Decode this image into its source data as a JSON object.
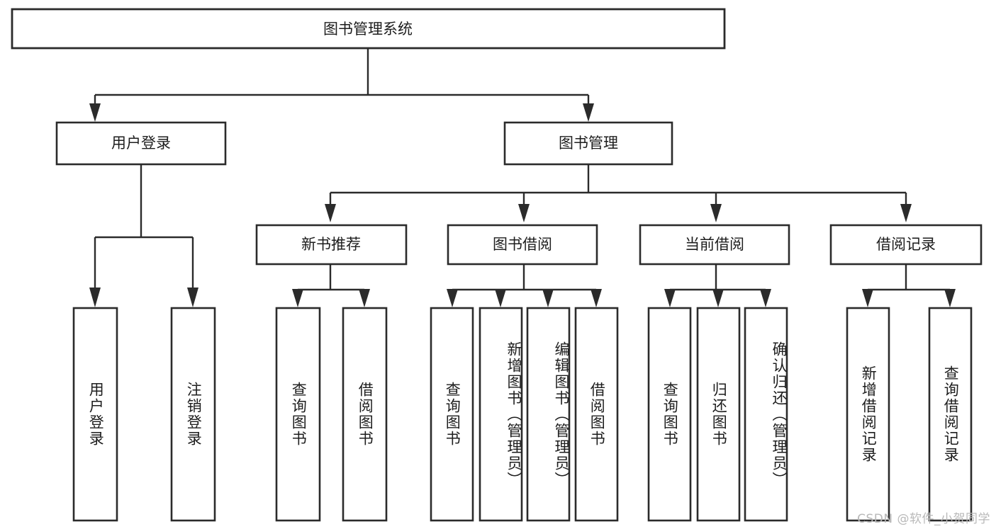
{
  "diagram": {
    "type": "tree-hierarchy",
    "title": "图书管理系统",
    "watermark": "CSDN @软件_小贺同学",
    "nodes": {
      "root": {
        "label": "图书管理系统",
        "level": 1
      },
      "l2_user_login": {
        "label": "用户登录",
        "level": 2
      },
      "l2_book_manage": {
        "label": "图书管理",
        "level": 2
      },
      "l3_new_book_rec": {
        "label": "新书推荐",
        "level": 3
      },
      "l3_book_borrow": {
        "label": "图书借阅",
        "level": 3
      },
      "l3_current_borrow": {
        "label": "当前借阅",
        "level": 3
      },
      "l3_borrow_record": {
        "label": "借阅记录",
        "level": 3
      },
      "leaf_user_login": {
        "label": "用户登录",
        "level": 3,
        "parent": "l2_user_login"
      },
      "leaf_logout": {
        "label": "注销登录",
        "level": 3,
        "parent": "l2_user_login"
      },
      "leaf_query_book_a": {
        "label": "查询图书",
        "level": 4,
        "parent": "l3_new_book_rec"
      },
      "leaf_borrow_book_a": {
        "label": "借阅图书",
        "level": 4,
        "parent": "l3_new_book_rec"
      },
      "leaf_query_book_b": {
        "label": "查询图书",
        "level": 4,
        "parent": "l3_book_borrow"
      },
      "leaf_add_book": {
        "label": "新增图书（管理员）",
        "level": 4,
        "parent": "l3_book_borrow"
      },
      "leaf_edit_book": {
        "label": "编辑图书（管理员）",
        "level": 4,
        "parent": "l3_book_borrow"
      },
      "leaf_borrow_book_b": {
        "label": "借阅图书",
        "level": 4,
        "parent": "l3_book_borrow"
      },
      "leaf_query_book_c": {
        "label": "查询图书",
        "level": 4,
        "parent": "l3_current_borrow"
      },
      "leaf_return_book": {
        "label": "归还图书",
        "level": 4,
        "parent": "l3_current_borrow"
      },
      "leaf_confirm_return": {
        "label": "确认归还（管理员）",
        "level": 4,
        "parent": "l3_current_borrow"
      },
      "leaf_add_record": {
        "label": "新增借阅记录",
        "level": 4,
        "parent": "l3_borrow_record"
      },
      "leaf_query_record": {
        "label": "查询借阅记录",
        "level": 4,
        "parent": "l3_borrow_record"
      }
    },
    "edges": [
      {
        "from": "root",
        "to": "l2_user_login"
      },
      {
        "from": "root",
        "to": "l2_book_manage"
      },
      {
        "from": "l2_user_login",
        "to": "leaf_user_login"
      },
      {
        "from": "l2_user_login",
        "to": "leaf_logout"
      },
      {
        "from": "l2_book_manage",
        "to": "l3_new_book_rec"
      },
      {
        "from": "l2_book_manage",
        "to": "l3_book_borrow"
      },
      {
        "from": "l2_book_manage",
        "to": "l3_current_borrow"
      },
      {
        "from": "l2_book_manage",
        "to": "l3_borrow_record"
      },
      {
        "from": "l3_new_book_rec",
        "to": "leaf_query_book_a"
      },
      {
        "from": "l3_new_book_rec",
        "to": "leaf_borrow_book_a"
      },
      {
        "from": "l3_book_borrow",
        "to": "leaf_query_book_b"
      },
      {
        "from": "l3_book_borrow",
        "to": "leaf_add_book"
      },
      {
        "from": "l3_book_borrow",
        "to": "leaf_edit_book"
      },
      {
        "from": "l3_book_borrow",
        "to": "leaf_borrow_book_b"
      },
      {
        "from": "l3_current_borrow",
        "to": "leaf_query_book_c"
      },
      {
        "from": "l3_current_borrow",
        "to": "leaf_return_book"
      },
      {
        "from": "l3_current_borrow",
        "to": "leaf_confirm_return"
      },
      {
        "from": "l3_borrow_record",
        "to": "leaf_add_record"
      },
      {
        "from": "l3_borrow_record",
        "to": "leaf_query_record"
      }
    ],
    "colors": {
      "box_fill": "#ffffff",
      "box_stroke": "#2b2b2b",
      "connector": "#2b2b2b",
      "text": "#1d1d1d",
      "watermark": "#b9b9b9",
      "background": "#ffffff"
    }
  }
}
